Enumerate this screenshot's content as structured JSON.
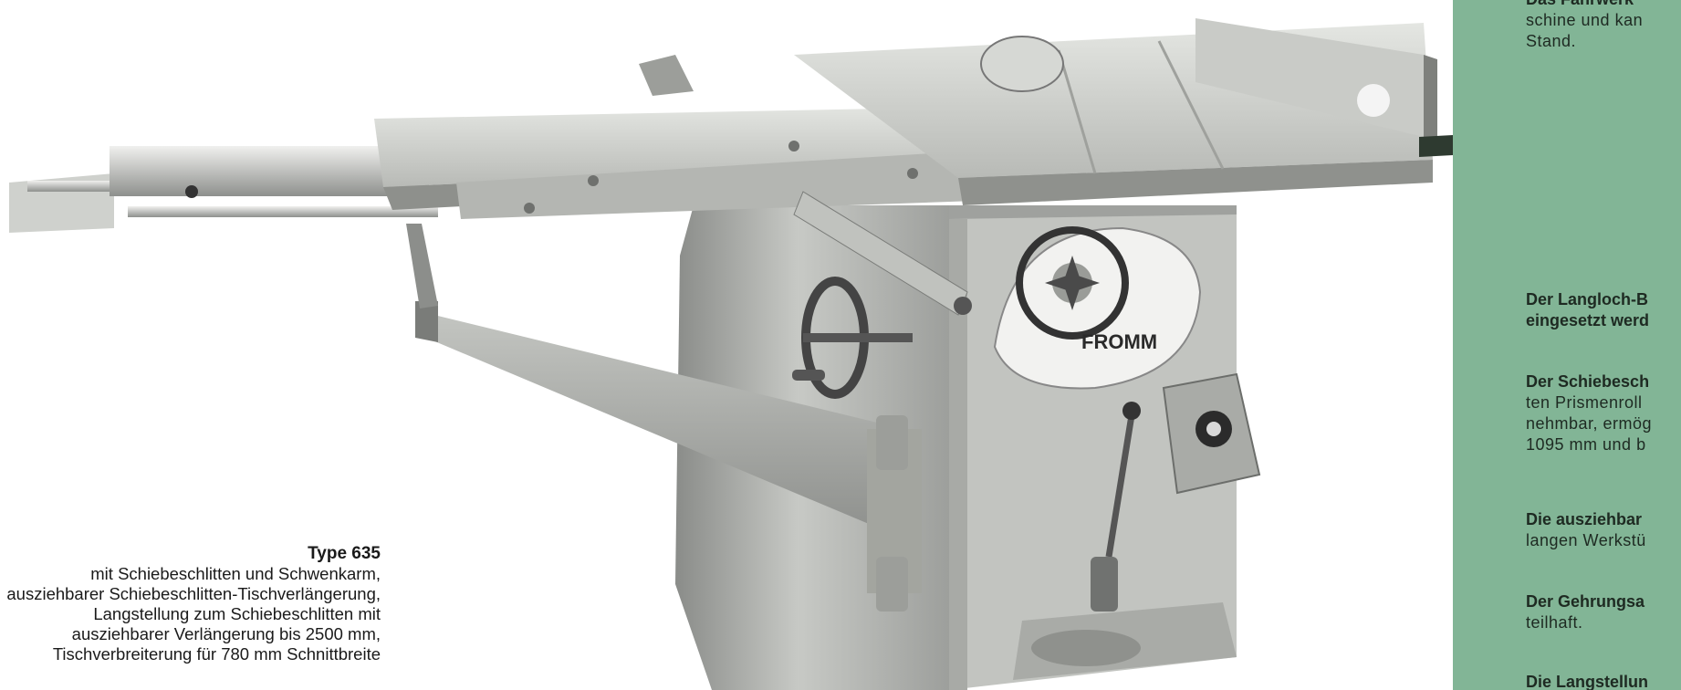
{
  "caption": {
    "title": "Type 635",
    "lines": [
      "mit Schiebeschlitten und Schwenkarm,",
      "ausziehbarer Schiebeschlitten-Tischverlängerung,",
      "Langstellung zum Schiebeschlitten mit",
      "ausziehbarer Verlängerung bis 2500 mm,",
      "Tischverbreiterung für 780 mm Schnittbreite"
    ]
  },
  "machine": {
    "brand_label": "FROMM"
  },
  "panel": {
    "para1": {
      "line1": "Das Fahrwerk",
      "line2": "schine und kan",
      "line3": "Stand."
    },
    "para2": {
      "line1": "Der Langloch-B",
      "line2": "eingesetzt werd"
    },
    "para3": {
      "line1": "Der Schiebesch",
      "line2": "ten Prismenroll",
      "line3": "nehmbar, ermög",
      "line4": "1095 mm und b"
    },
    "para4": {
      "line1": "Die ausziehbar",
      "line2": "langen Werkstü"
    },
    "para5": {
      "line1": "Der Gehrungsa",
      "line2": "teilhaft."
    },
    "para6": {
      "line1": "Die Langstellun"
    }
  },
  "colors": {
    "panel_green": "#82b596",
    "machine_body": "#b9bbb8",
    "machine_shadow": "#6e706d",
    "table_top": "#d6d8d4"
  }
}
